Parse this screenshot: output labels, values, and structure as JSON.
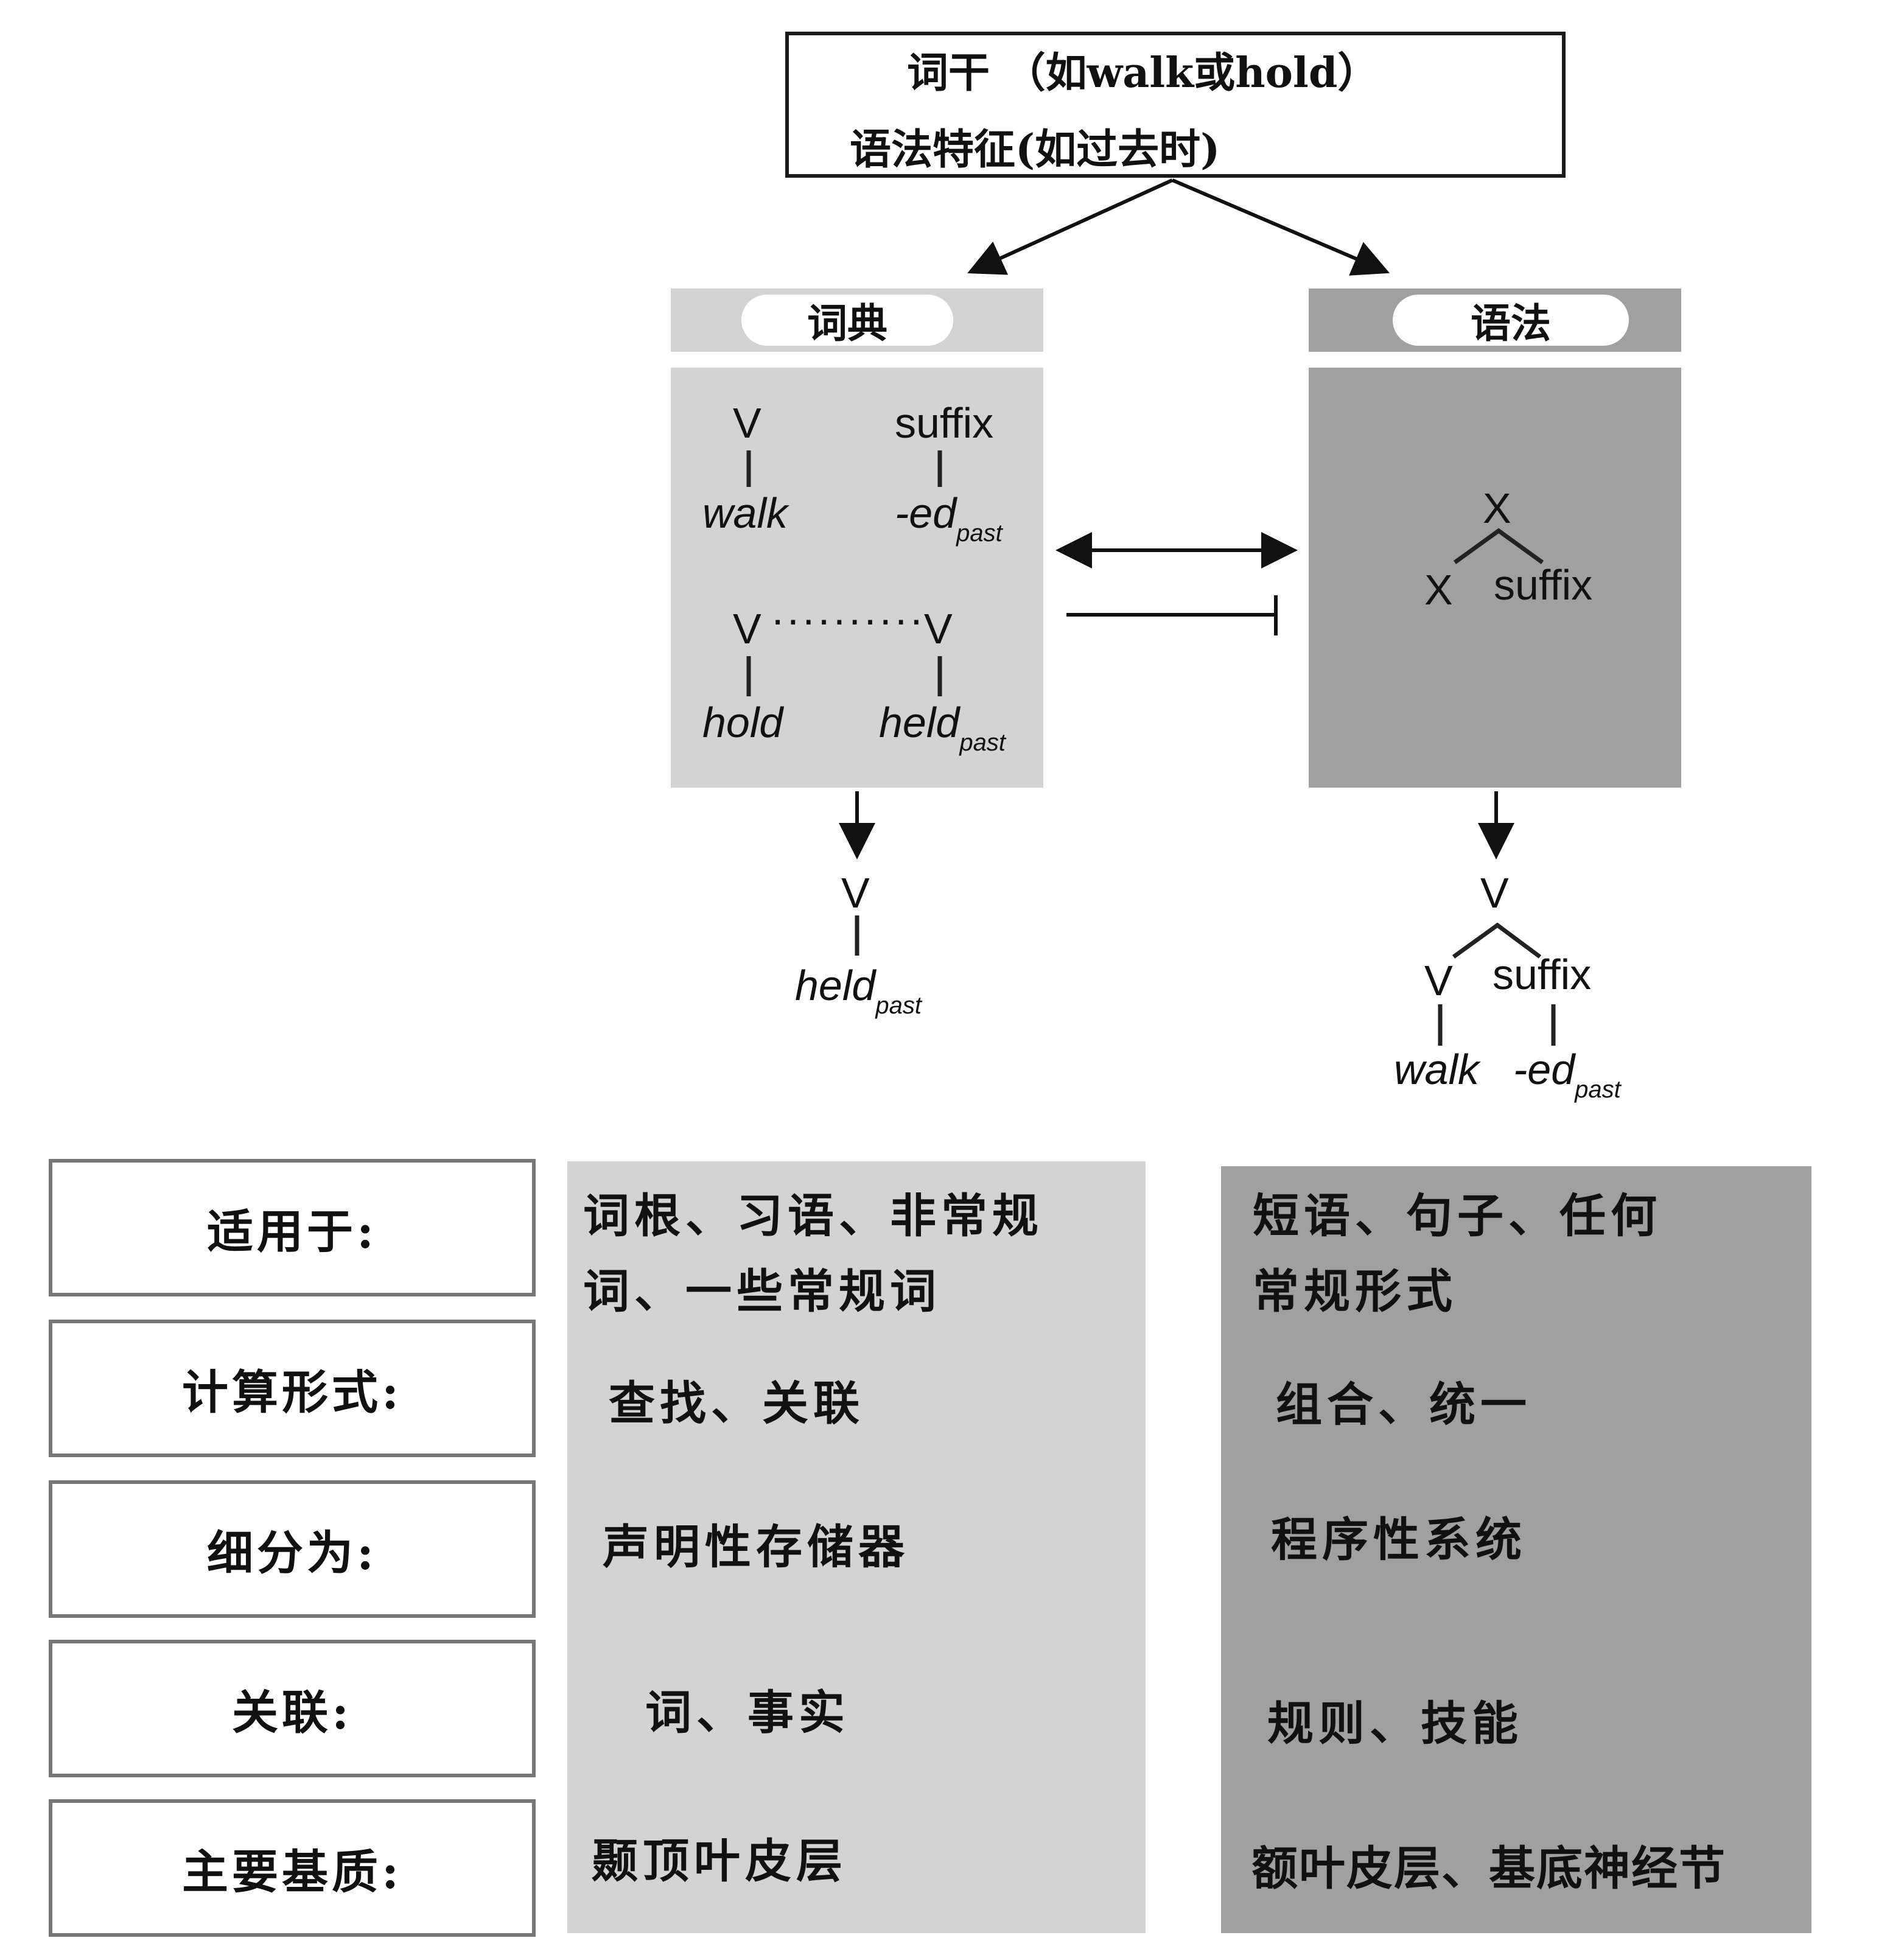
{
  "stem_box": {
    "line1": "词干 （如walk或hold）",
    "line2": "语法特征(如过去时)"
  },
  "lexicon": {
    "title": "词典",
    "entry_a": {
      "category": "V",
      "word": "walk"
    },
    "entry_b": {
      "category": "suffix",
      "word": "-ed",
      "sub": "past"
    },
    "entry_c": {
      "category_left": "V",
      "category_right": "V",
      "dots": "··········",
      "word_left": "hold",
      "word_right": "held",
      "sub": "past"
    },
    "output": {
      "category": "V",
      "word": "held",
      "sub": "past"
    }
  },
  "grammar": {
    "title": "语法",
    "rule": {
      "root": "X",
      "left": "X",
      "right": "suffix"
    },
    "output": {
      "root": "V",
      "left": "V",
      "right": "suffix",
      "word_left": "walk",
      "word_right": "-ed",
      "sub": "past"
    }
  },
  "table": {
    "labels": [
      "适用于:",
      "计算形式:",
      "细分为:",
      "关联:",
      "主要基质:"
    ],
    "lexicon": {
      "applies_to": [
        "词根、习语、非常规",
        "词、一些常规词"
      ],
      "computation": "查找、关联",
      "subdivision": "声明性存储器",
      "association": "词、事实",
      "substrate": "颞顶叶皮层"
    },
    "grammar": {
      "applies_to": [
        "短语、句子、任何",
        "常规形式"
      ],
      "computation": "组合、统一",
      "subdivision": "程序性系统",
      "association": "规则、技能",
      "substrate": "额叶皮层、基底神经节"
    }
  }
}
